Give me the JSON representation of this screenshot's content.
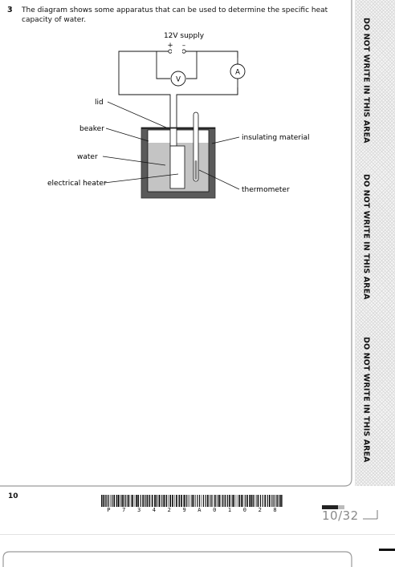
{
  "question": {
    "number": "3",
    "text": "The diagram shows some apparatus that can be used to determine the specific heat capacity of water."
  },
  "diagram": {
    "supply_label": "12V supply",
    "positive_terminal": "+",
    "negative_terminal": "–",
    "voltmeter_symbol": "V",
    "ammeter_symbol": "A",
    "labels": {
      "lid": "lid",
      "beaker": "beaker",
      "water": "water",
      "heater": "electrical heater",
      "insulation": "insulating material",
      "thermometer": "thermometer"
    }
  },
  "margin_warning": "DO NOT WRITE IN THIS AREA",
  "footer": {
    "page_number": "10",
    "barcode_digits": [
      "P",
      "7",
      "3",
      "4",
      "2",
      "9",
      "A",
      "0",
      "1",
      "0",
      "2",
      "8"
    ],
    "page_count": "10/32"
  }
}
